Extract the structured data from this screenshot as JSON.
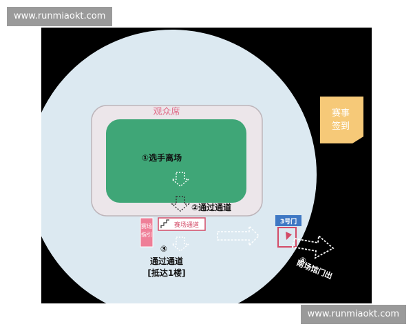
{
  "watermark": {
    "top": "www.runmiaokt.com",
    "bottom": "www.runmiaokt.com"
  },
  "diagram": {
    "stands_label": "观众席",
    "checkin_label_line1": "赛事",
    "checkin_label_line2": "签到",
    "step1": "①选手离场",
    "step2": "②通过通道",
    "corridor_label": "赛场通道",
    "guide_line1": "赛场",
    "guide_line2": "指引",
    "step3_number": "③",
    "step3_line1": "通过通道",
    "step3_line2": "[抵达1楼]",
    "gate_label": "3号门",
    "step4_number": "④",
    "exit_label": "南场馆门出",
    "colors": {
      "background": "#000000",
      "venue": "#dce9f1",
      "stands": "#ece6ea",
      "field": "#3fa677",
      "stands_text": "#e06f8b",
      "checkin": "#f6c978",
      "corridor_border": "#d34b67",
      "gate": "#3f78c4"
    }
  }
}
